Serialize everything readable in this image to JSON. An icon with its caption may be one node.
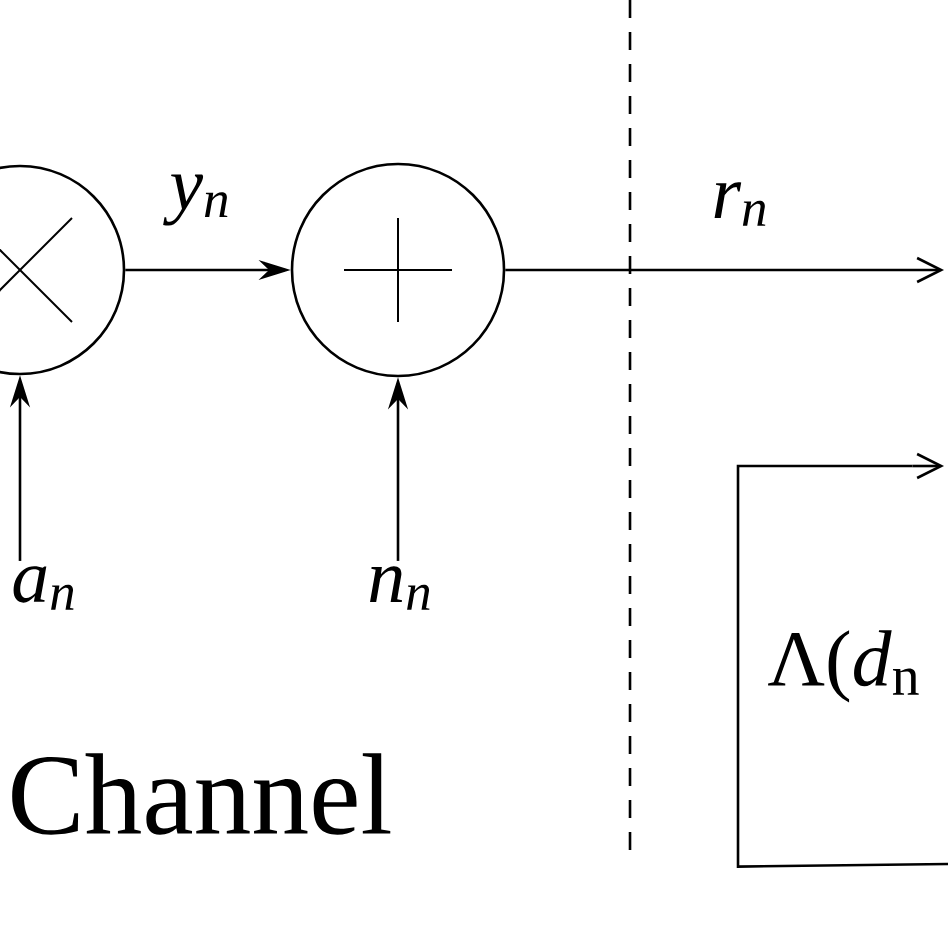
{
  "diagram": {
    "nodes": [
      {
        "text": [],
        "shape": "circle"
      },
      {
        "text": [],
        "shape": "circle"
      },
      {
        "text": [
          "a$_{n}$"
        ]
      },
      {
        "text": [
          "n$_{n}$"
        ]
      },
      {
        "text": [
          "Λ(*d*$_{n}$"
        ]
      }
    ],
    "edges": [
      {
        "from": 0,
        "to": 1,
        "arrow": "to",
        "label": "y$_{n}$"
      },
      {
        "from": 1,
        "to": null,
        "arrow": "to",
        "label": "r$_{n}$"
      },
      {
        "from": 2,
        "to": 0,
        "arrow": "to"
      },
      {
        "from": 3,
        "to": 1,
        "arrow": "to"
      },
      {
        "from": 4,
        "to": null,
        "arrow": "to"
      }
    ],
    "labels": [
      "Channel"
    ]
  }
}
